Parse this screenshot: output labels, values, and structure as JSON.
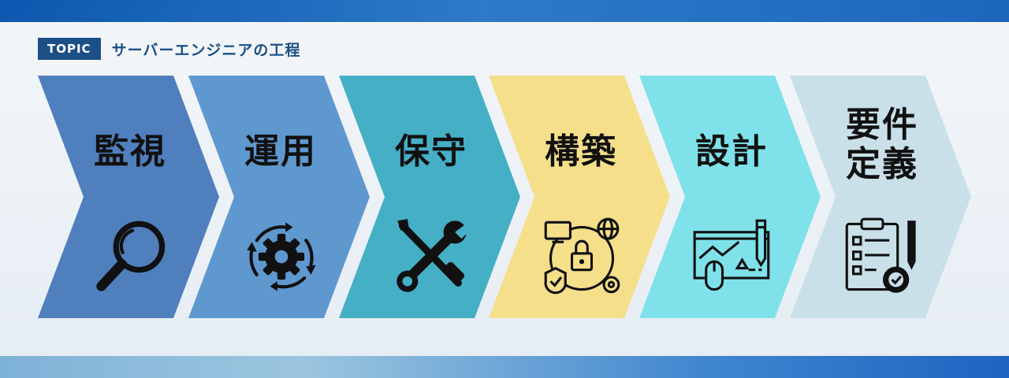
{
  "header": {
    "badge": "TOPIC",
    "title": "サーバーエンジニアの工程"
  },
  "steps": [
    {
      "label": "監視",
      "color": "#4f7fbd",
      "icon": "magnifier-icon"
    },
    {
      "label": "運用",
      "color": "#5f98cf",
      "icon": "gear-cycle-icon"
    },
    {
      "label": "保守",
      "color": "#45afc6",
      "icon": "tools-icon"
    },
    {
      "label": "構築",
      "color": "#f6df8a",
      "icon": "network-security-icon"
    },
    {
      "label": "設計",
      "color": "#7fe2ea",
      "icon": "blueprint-icon"
    },
    {
      "label": "要件\n定義",
      "color": "#c9e0e9",
      "icon": "checklist-gear-icon"
    }
  ]
}
